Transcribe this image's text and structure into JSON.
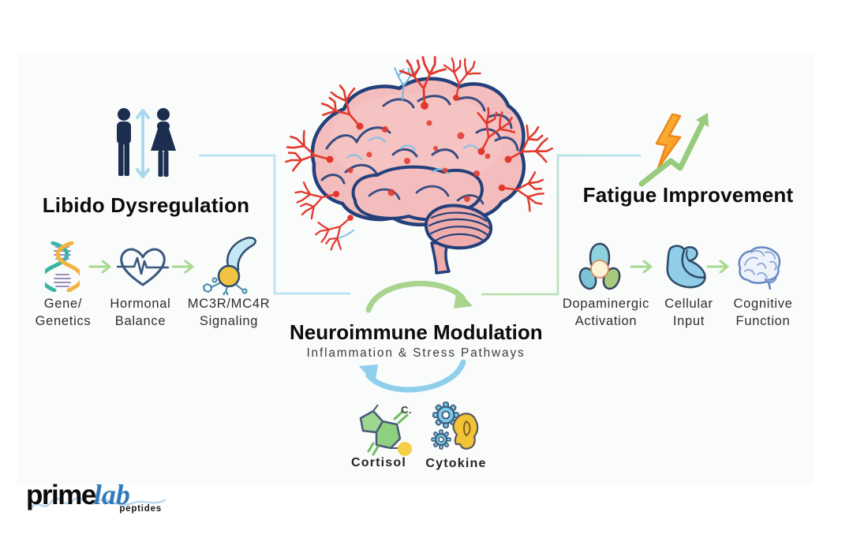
{
  "canvas": {
    "page_bg": "#ffffff",
    "card_bg": "#fafbfb"
  },
  "left_section": {
    "header_icon": "male-female-balance-icon",
    "title": "Libido Dysregulation",
    "steps": [
      {
        "icon": "dna-icon",
        "line1": "Gene/",
        "line2": "Genetics"
      },
      {
        "icon": "heart-pulse-icon",
        "line1": "Hormonal",
        "line2": "Balance"
      },
      {
        "icon": "receptor-icon",
        "line1": "MC3R/MC4R",
        "line2": "Signaling"
      }
    ]
  },
  "right_section": {
    "header_icon": "lightning-trend-icon",
    "title": "Fatigue Improvement",
    "steps": [
      {
        "icon": "dopamine-icon",
        "line1": "Dopaminergic",
        "line2": "Activation"
      },
      {
        "icon": "bicep-icon",
        "line1": "Cellular",
        "line2": "Input"
      },
      {
        "icon": "cognitive-brain-icon",
        "line1": "Cognitive",
        "line2": "Function"
      }
    ]
  },
  "center_section": {
    "illustration": "brain-neurons-illustration",
    "title": "Neuroimmune Modulation",
    "subtitle": "Inflammation & Stress Pathways",
    "mediators": [
      {
        "icon": "cortisol-molecule-icon",
        "label": "Cortisol",
        "annotation": "C."
      },
      {
        "icon": "cytokine-gears-icon",
        "label": "Cytokine"
      }
    ]
  },
  "logo": {
    "brand_primary": "prime",
    "brand_secondary": "lab",
    "brand_sub": "peptides"
  },
  "colors": {
    "accent_blue": "#b5e1f2",
    "accent_green": "#a8d48e",
    "navy": "#1c2d4f",
    "neuron_red": "#e2392e",
    "brain_pink": "#f4bdbd",
    "brain_outline": "#24407a",
    "lightning_orange": "#f9a62a",
    "logo_blue": "#2f79bb",
    "cream": "#fdf3d8",
    "gear_blue": "#7ec9e9",
    "cytokine_yellow": "#f2c337",
    "cortisol_green": "#9fd690",
    "dot_yellow": "#f5d045"
  }
}
